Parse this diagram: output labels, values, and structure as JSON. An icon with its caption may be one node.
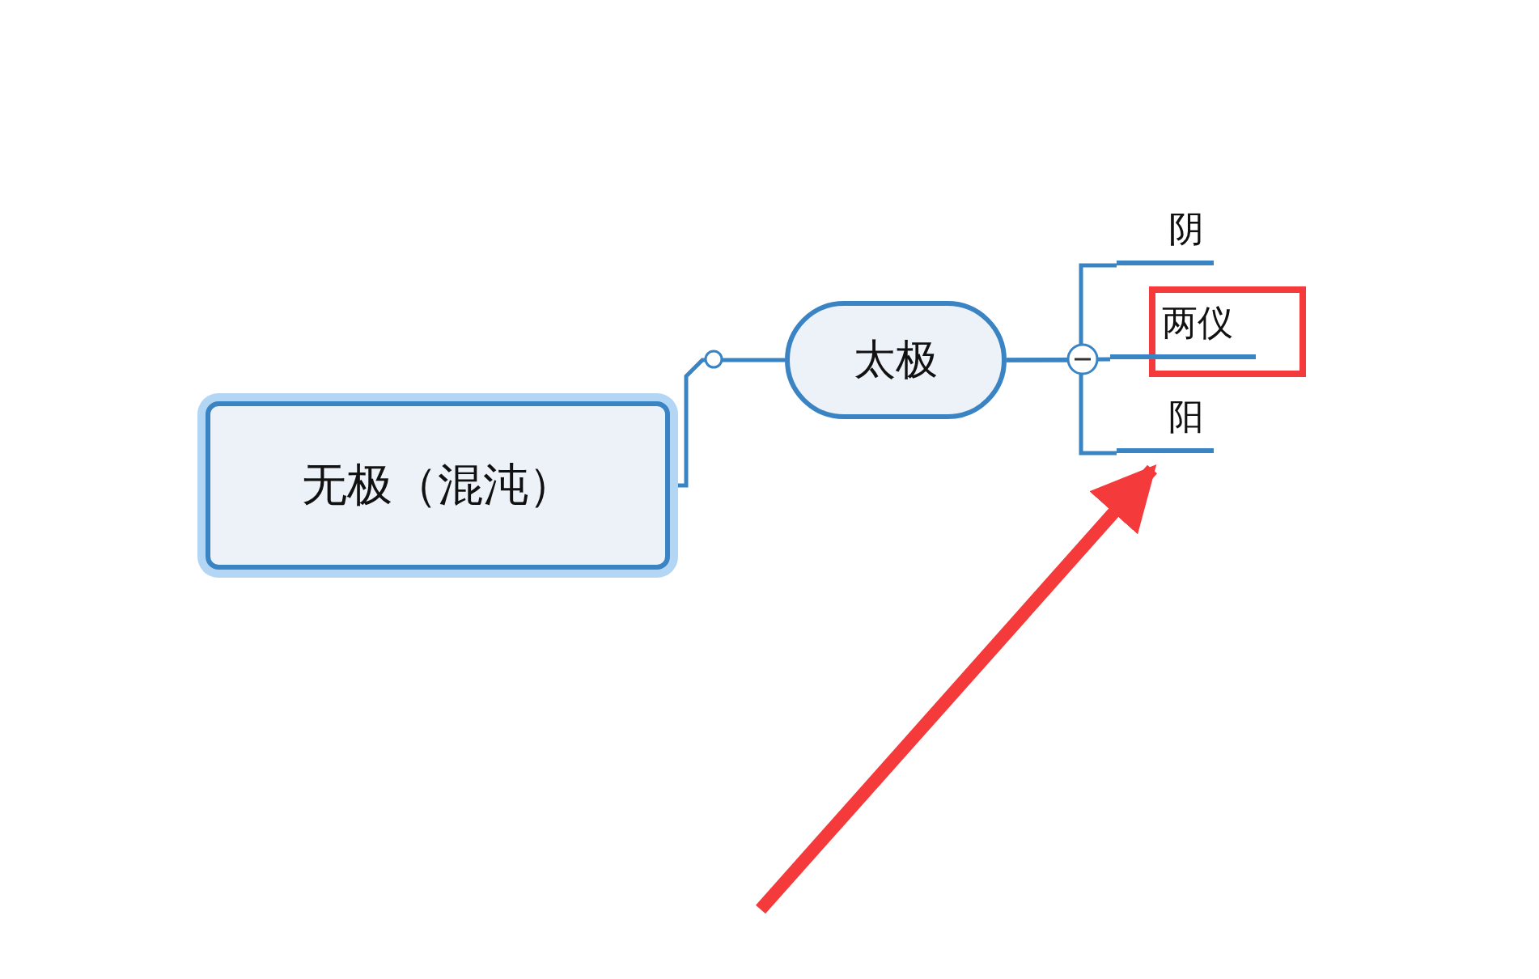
{
  "diagram": {
    "nodes": [
      {
        "text": [
          "无极（混沌）"
        ]
      },
      {
        "text": [
          "太极"
        ]
      },
      {
        "text": [
          "阴"
        ]
      },
      {
        "text": [
          "两仪"
        ]
      },
      {
        "text": [
          "阳"
        ]
      }
    ],
    "edges": [
      {
        "from": 0,
        "to": 1,
        "arrow": "none"
      },
      {
        "from": 1,
        "to": 2,
        "arrow": "none"
      },
      {
        "from": 1,
        "to": 3,
        "arrow": "none"
      },
      {
        "from": 1,
        "to": 4,
        "arrow": "none"
      },
      {
        "from": null,
        "to": 4,
        "arrow": "to",
        "style": "thick",
        "color": "#f43a3a"
      }
    ]
  }
}
